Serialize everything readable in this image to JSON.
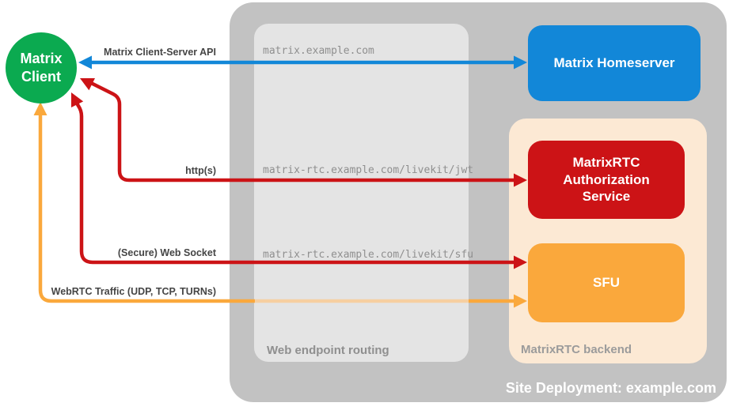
{
  "diagram": {
    "title": "Site Deployment: example.com"
  },
  "nodes": {
    "matrix_client": {
      "label": "Matrix Client"
    },
    "matrix_homeserver": {
      "label": "Matrix Homeserver"
    },
    "matrixrtc_auth": {
      "label": "MatrixRTC Authorization Service"
    },
    "sfu": {
      "label": "SFU"
    }
  },
  "containers": {
    "site_deployment": {
      "label": "Site Deployment: example.com"
    },
    "web_endpoint_routing": {
      "label": "Web endpoint routing"
    },
    "matrixrtc_backend": {
      "label": "MatrixRTC backend"
    }
  },
  "routes": [
    {
      "host": "matrix.example.com"
    },
    {
      "host": "matrix-rtc.example.com/livekit/jwt"
    },
    {
      "host": "matrix-rtc.example.com/livekit/sfu"
    }
  ],
  "arrows": [
    {
      "id": "client-server-api",
      "label": "Matrix Client-Server API",
      "color": "#1287d8",
      "bidirectional": true,
      "from": "Matrix Client",
      "to": "Matrix Homeserver"
    },
    {
      "id": "https",
      "label": "http(s)",
      "color": "#cc1316",
      "bidirectional": false,
      "from": "Matrix Client",
      "to": "MatrixRTC Authorization Service"
    },
    {
      "id": "secure-web-socket",
      "label": "(Secure) Web Socket",
      "color": "#cc1316",
      "bidirectional": false,
      "from": "Matrix Client",
      "to": "SFU"
    },
    {
      "id": "webrtc-traffic",
      "label": "WebRTC Traffic (UDP, TCP, TURNs)",
      "color": "#faa83c",
      "bidirectional": false,
      "from": "Matrix Client",
      "to": "SFU"
    }
  ],
  "colors": {
    "client_green": "#0baa50",
    "homeserver_blue": "#1287d8",
    "service_red": "#cc1316",
    "sfu_orange": "#faa83c",
    "sfu_orange_faded": "#f6cfa1",
    "site_gray": "#c2c2c2",
    "routing_gray": "#e4e4e4",
    "backend_peach": "#fce9d4"
  }
}
